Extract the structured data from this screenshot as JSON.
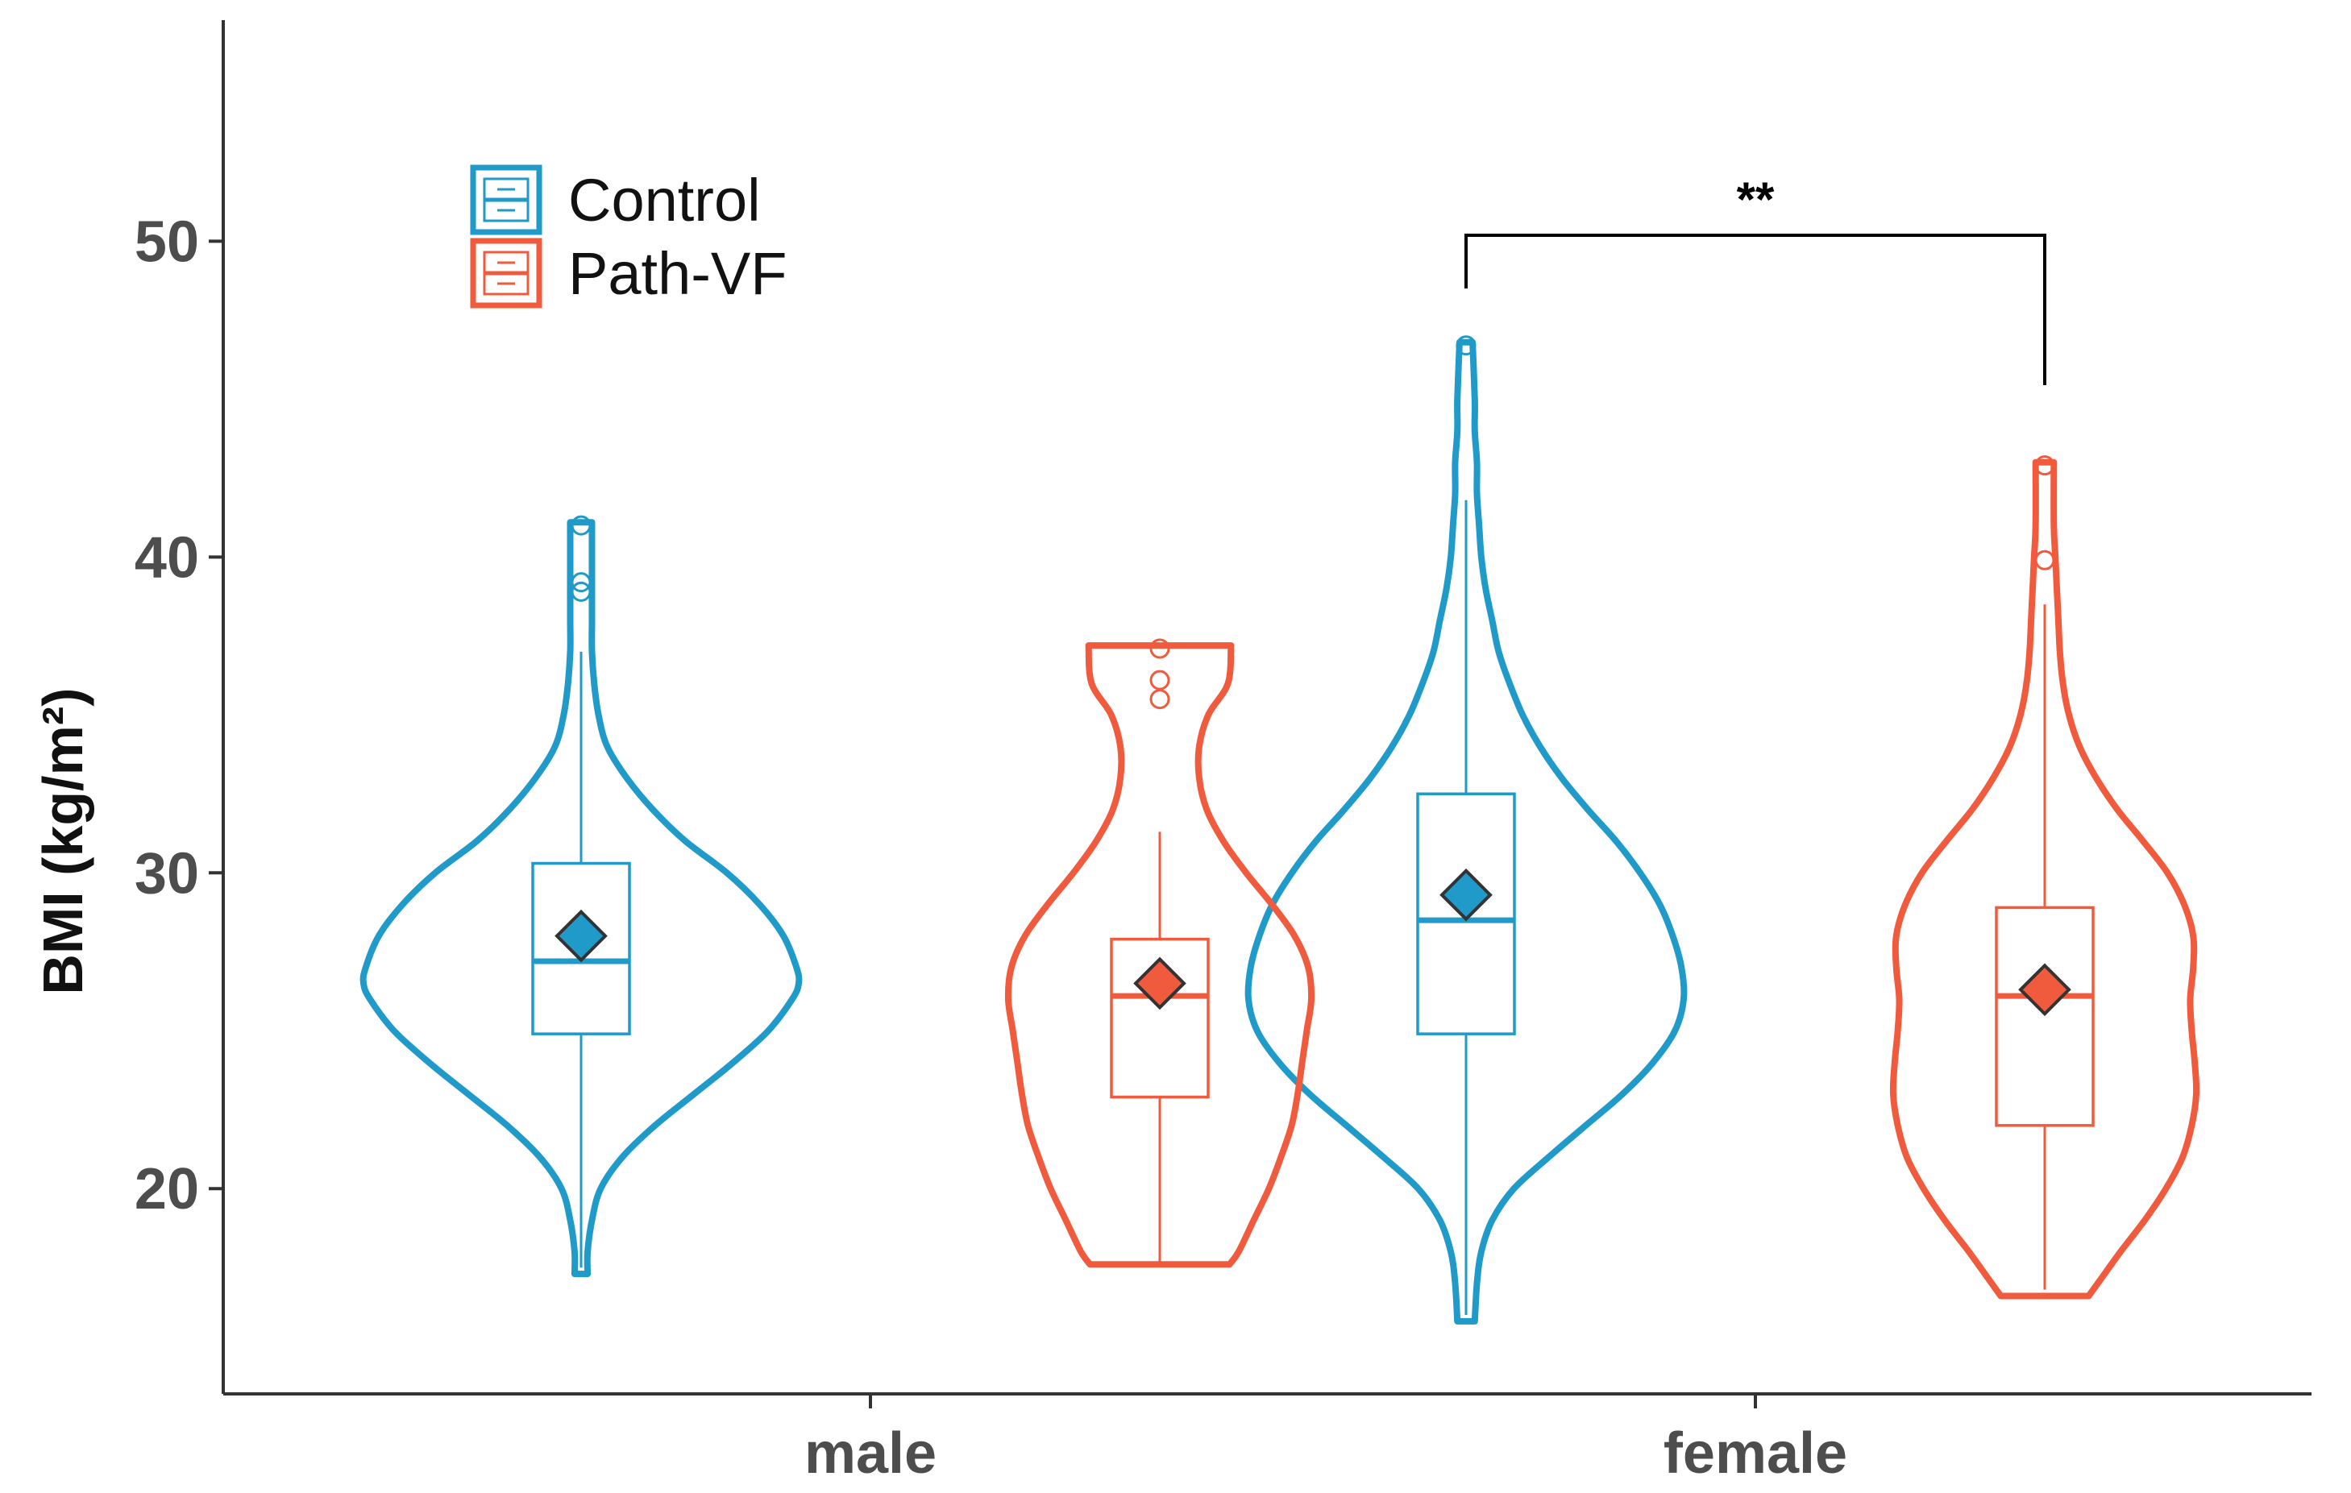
{
  "chart_data": {
    "type": "violin",
    "title": "",
    "xlabel": "",
    "ylabel": "BMI (kg/m²)",
    "ylim": [
      13.5,
      57
    ],
    "yticks": [
      20,
      30,
      40,
      50
    ],
    "yticks_labels": [
      "20",
      "30",
      "40",
      "50"
    ],
    "grid": false,
    "legend_position": "top-left",
    "categories": [
      "male",
      "female"
    ],
    "series": [
      {
        "name": "Control",
        "color": "#1f9ac9",
        "groups": [
          {
            "category": "male",
            "violin_min": 17.3,
            "violin_max": 41.1,
            "box": {
              "q1": 24.9,
              "median": 27.2,
              "q3": 30.3,
              "whisker_low": 17.5,
              "whisker_high": 37.0
            },
            "mean": 28.0,
            "outliers": [
              41.0,
              39.2,
              38.9
            ],
            "density_profile": [
              [
                17.3,
                0.03
              ],
              [
                18,
                0.03
              ],
              [
                19,
                0.05
              ],
              [
                20,
                0.09
              ],
              [
                21,
                0.19
              ],
              [
                22,
                0.34
              ],
              [
                23,
                0.52
              ],
              [
                24,
                0.7
              ],
              [
                25,
                0.86
              ],
              [
                26,
                0.97
              ],
              [
                26.5,
                1.0
              ],
              [
                27,
                0.99
              ],
              [
                28,
                0.93
              ],
              [
                29,
                0.82
              ],
              [
                30,
                0.67
              ],
              [
                31,
                0.48
              ],
              [
                32,
                0.33
              ],
              [
                33,
                0.21
              ],
              [
                34,
                0.12
              ],
              [
                35,
                0.08
              ],
              [
                36,
                0.06
              ],
              [
                37,
                0.05
              ],
              [
                38,
                0.05
              ],
              [
                39,
                0.05
              ],
              [
                40,
                0.05
              ],
              [
                41.1,
                0.05
              ]
            ]
          },
          {
            "category": "female",
            "violin_min": 15.8,
            "violin_max": 46.8,
            "box": {
              "q1": 24.9,
              "median": 28.5,
              "q3": 32.5,
              "whisker_low": 16.0,
              "whisker_high": 41.8
            },
            "mean": 29.3,
            "outliers": [
              46.7
            ],
            "density_profile": [
              [
                15.8,
                0.04
              ],
              [
                17,
                0.05
              ],
              [
                18,
                0.07
              ],
              [
                19,
                0.12
              ],
              [
                20,
                0.22
              ],
              [
                21,
                0.38
              ],
              [
                22,
                0.55
              ],
              [
                23,
                0.72
              ],
              [
                24,
                0.86
              ],
              [
                25,
                0.96
              ],
              [
                26,
                1.0
              ],
              [
                27,
                0.99
              ],
              [
                28,
                0.95
              ],
              [
                29,
                0.89
              ],
              [
                30,
                0.8
              ],
              [
                31,
                0.69
              ],
              [
                32,
                0.56
              ],
              [
                33,
                0.44
              ],
              [
                34,
                0.34
              ],
              [
                35,
                0.26
              ],
              [
                36,
                0.2
              ],
              [
                37,
                0.15
              ],
              [
                38,
                0.12
              ],
              [
                39,
                0.09
              ],
              [
                40,
                0.07
              ],
              [
                41,
                0.06
              ],
              [
                42,
                0.05
              ],
              [
                43,
                0.05
              ],
              [
                44,
                0.04
              ],
              [
                45,
                0.04
              ],
              [
                46.8,
                0.03
              ]
            ]
          }
        ]
      },
      {
        "name": "Path-VF",
        "color": "#f05a3d",
        "groups": [
          {
            "category": "male",
            "violin_min": 17.6,
            "violin_max": 37.2,
            "box": {
              "q1": 22.9,
              "median": 26.1,
              "q3": 27.9,
              "whisker_low": 17.6,
              "whisker_high": 31.3
            },
            "mean": 26.5,
            "outliers": [
              37.1,
              36.1,
              35.5
            ],
            "density_profile": [
              [
                17.6,
                0.46
              ],
              [
                18,
                0.52
              ],
              [
                19,
                0.62
              ],
              [
                20,
                0.72
              ],
              [
                21,
                0.8
              ],
              [
                22,
                0.87
              ],
              [
                23,
                0.91
              ],
              [
                24,
                0.94
              ],
              [
                25,
                0.97
              ],
              [
                26,
                1.0
              ],
              [
                27,
                0.98
              ],
              [
                28,
                0.89
              ],
              [
                29,
                0.74
              ],
              [
                30,
                0.57
              ],
              [
                31,
                0.42
              ],
              [
                32,
                0.31
              ],
              [
                33,
                0.26
              ],
              [
                34,
                0.26
              ],
              [
                35,
                0.32
              ],
              [
                36,
                0.45
              ],
              [
                37.2,
                0.47
              ]
            ]
          },
          {
            "category": "female",
            "violin_min": 16.6,
            "violin_max": 43.0,
            "box": {
              "q1": 22.0,
              "median": 26.1,
              "q3": 28.9,
              "whisker_low": 16.8,
              "whisker_high": 38.5
            },
            "mean": 26.3,
            "outliers": [
              42.9,
              39.9
            ],
            "density_profile": [
              [
                16.6,
                0.29
              ],
              [
                17,
                0.35
              ],
              [
                18,
                0.5
              ],
              [
                19,
                0.66
              ],
              [
                20,
                0.8
              ],
              [
                21,
                0.91
              ],
              [
                22,
                0.97
              ],
              [
                23,
                1.0
              ],
              [
                24,
                0.99
              ],
              [
                25,
                0.97
              ],
              [
                26,
                0.96
              ],
              [
                27,
                0.98
              ],
              [
                28,
                0.98
              ],
              [
                29,
                0.92
              ],
              [
                30,
                0.81
              ],
              [
                31,
                0.65
              ],
              [
                32,
                0.48
              ],
              [
                33,
                0.34
              ],
              [
                34,
                0.23
              ],
              [
                35,
                0.16
              ],
              [
                36,
                0.12
              ],
              [
                37,
                0.1
              ],
              [
                38,
                0.09
              ],
              [
                39,
                0.08
              ],
              [
                40,
                0.07
              ],
              [
                41,
                0.06
              ],
              [
                43.0,
                0.06
              ]
            ]
          }
        ]
      }
    ],
    "annotations": [
      {
        "text": "**",
        "category": "female",
        "from_series": "Control",
        "to_series": "Path-VF"
      }
    ]
  }
}
